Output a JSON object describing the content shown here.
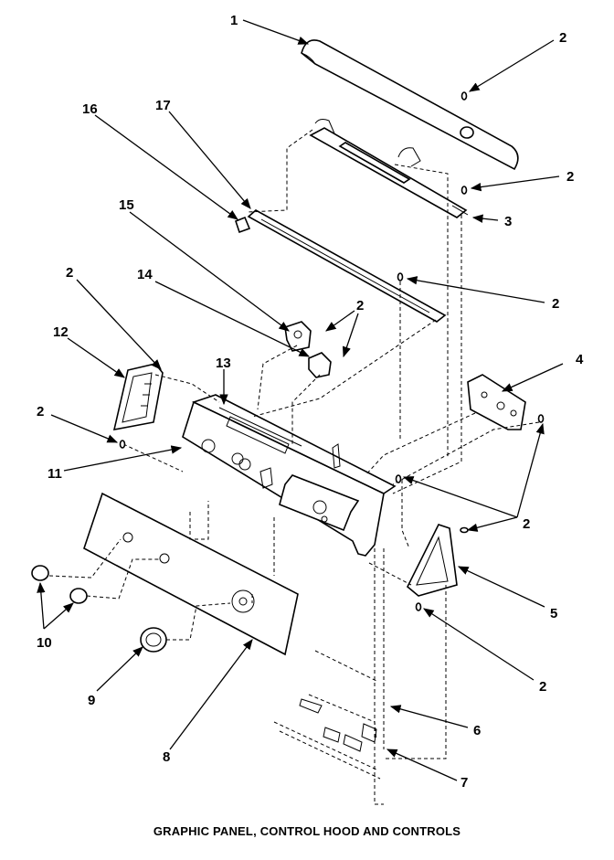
{
  "title": "GRAPHIC PANEL, CONTROL HOOD AND CONTROLS",
  "callouts": [
    "1",
    "2",
    "2",
    "3",
    "16",
    "17",
    "15",
    "2",
    "2",
    "14",
    "2",
    "12",
    "13",
    "4",
    "2",
    "11",
    "2",
    "5",
    "10",
    "9",
    "8",
    "2",
    "6",
    "7"
  ]
}
